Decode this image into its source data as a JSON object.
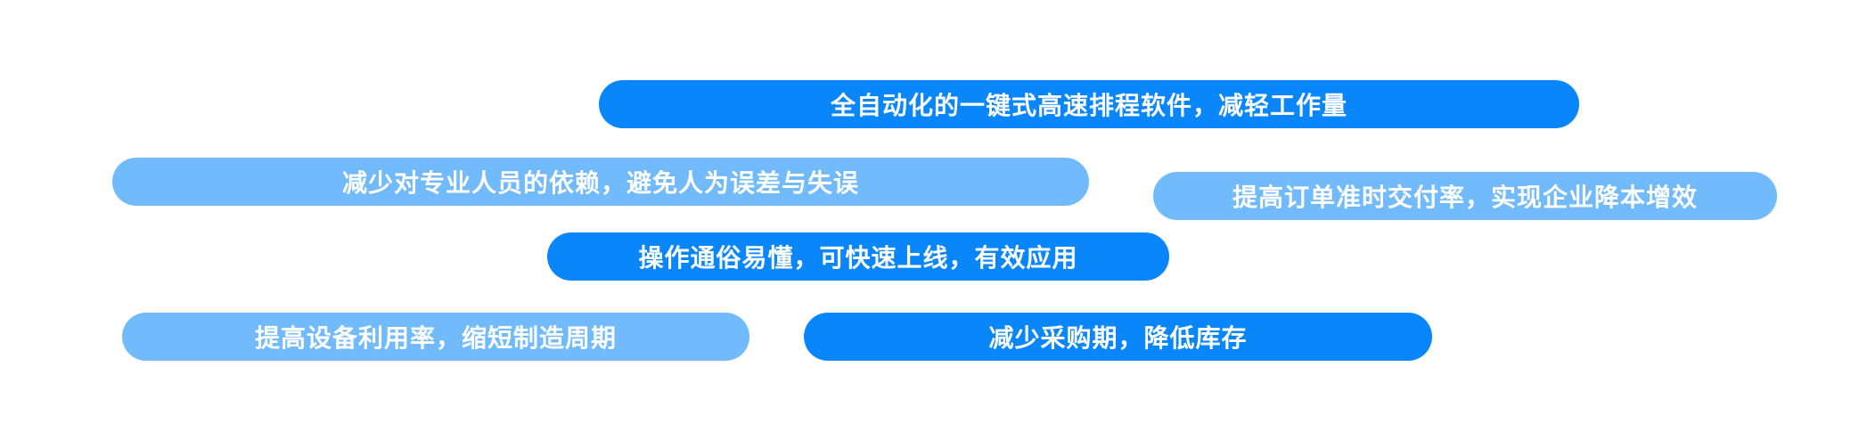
{
  "colors": {
    "background": "#FFFFFF",
    "pill_dark": "#0987FA",
    "pill_light": "#71BAFB",
    "pill_text": "#FFFFFF"
  },
  "pills": [
    {
      "label": "全自动化的一键式高速排程软件，减轻工作量",
      "variant": "dark"
    },
    {
      "label": "减少对专业人员的依赖，避免人为误差与失误",
      "variant": "light"
    },
    {
      "label": "提高订单准时交付率，实现企业降本增效",
      "variant": "light"
    },
    {
      "label": "操作通俗易懂，可快速上线，有效应用",
      "variant": "dark"
    },
    {
      "label": "提高设备利用率，缩短制造周期",
      "variant": "light"
    },
    {
      "label": "减少采购期，降低库存",
      "variant": "dark"
    }
  ]
}
